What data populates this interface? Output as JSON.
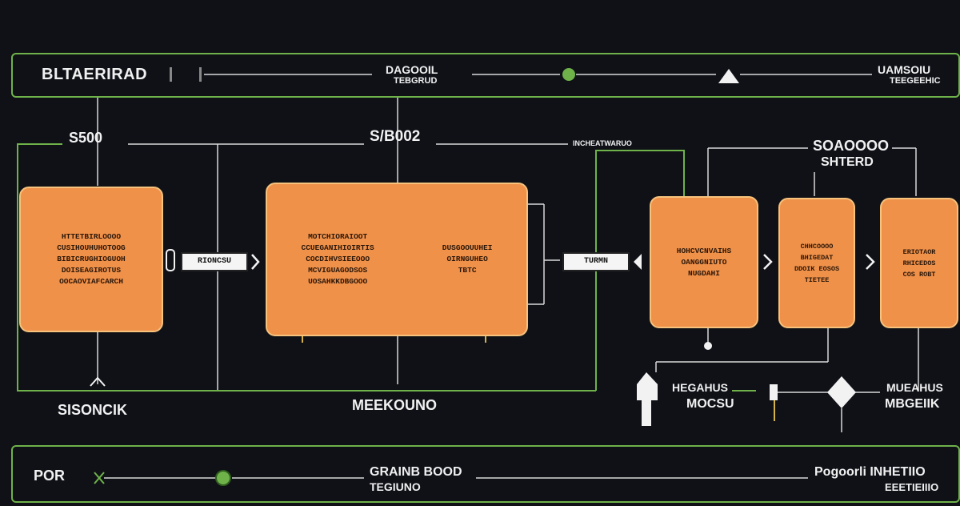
{
  "header": {
    "title": "BLTAERIRAD",
    "center_label_1": "DAGOOIL",
    "center_label_2": "TEBGRUD",
    "right_label_1": "UAMSOIU",
    "right_label_2": "TEEGEEHIC"
  },
  "nodes": {
    "value_left": "S500",
    "value_mid": "S/B002",
    "top_small_label": "INCHEATWARUO",
    "value_right_1": "SOAOOOO",
    "value_right_2": "SHTERD"
  },
  "boxes": {
    "box1": [
      "HTTETBIRLOOOO",
      "CUSIHOUHUHOTOOG",
      "BIBICRUGHIOGUOH",
      "DOISEAGIROTUS",
      "OOCAOVIAFCARCH"
    ],
    "box2_left": [
      "MOTCHIORAIOOT",
      "CCUEGANIHIOIRTIS",
      "COCDIHVSIEEOOO",
      "MCVIGUAGODSOS",
      "UOSAHKKDBGOOO"
    ],
    "box2_right": [
      "DUSGOOUUHEI",
      "OIRNGUHEO",
      "TBTC"
    ],
    "box3": [
      "HOHCVCNVAIHS",
      "OANGGNIUTO",
      "NUGDAHI"
    ],
    "box4": [
      "CHHCOOOO",
      "BHIGEDAT",
      "DDOIK EOSOS",
      "TIETEE"
    ],
    "box5": [
      "ERIOTAOR",
      "RHICEDOS",
      "COS ROBT"
    ]
  },
  "tags": {
    "tag1": "RIONCSU",
    "tag2": "TURMN"
  },
  "bottom_labels": {
    "left": "SISONCIK",
    "mid": "MEEKOUNO",
    "right_1a": "HEGAHUS",
    "right_1b": "MOCSU",
    "right_2a": "MUEAHUS",
    "right_2b": "MBGEIIK"
  },
  "footer": {
    "left_label": "POR",
    "center_1": "GRAINB BOOD",
    "center_2": "TEGIUNO",
    "right_1": "Pogoorli INHETIIO",
    "right_2": "EEETIEIIIO"
  },
  "colors": {
    "accent": "#6fb24a",
    "box_fill": "#f0914a",
    "box_border": "#f6c27c",
    "background": "#0f1117"
  }
}
